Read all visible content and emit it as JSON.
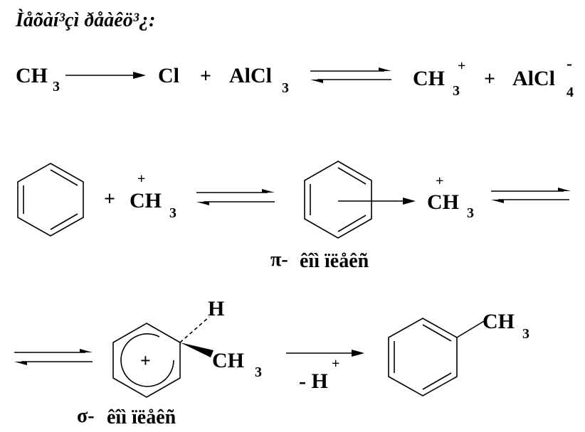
{
  "title": "Ìåõàí³çì ðåàêö³¿:",
  "reaction1": {
    "reactant_ch3": "CH",
    "reactant_ch3_sub": "3",
    "reactant_cl": "Cl",
    "plus": "+",
    "reagent": "AlCl",
    "reagent_sub": "3",
    "product_cation": "CH",
    "product_cation_sub": "3",
    "product_cation_charge": "+",
    "product_anion": "AlCl",
    "product_anion_sub": "4",
    "product_anion_charge": "-"
  },
  "reaction2": {
    "plus": "+",
    "methyl": "CH",
    "methyl_sub": "3",
    "methyl_charge": "+",
    "complex_methyl": "CH",
    "complex_methyl_sub": "3",
    "complex_methyl_charge": "+",
    "pi_symbol": "π-",
    "pi_label": "êîì ïëåêñ"
  },
  "reaction3": {
    "h_atom": "H",
    "ring_charge": "+",
    "sigma_methyl": "CH",
    "sigma_methyl_sub": "3",
    "elimination": "- H",
    "elimination_charge": "+",
    "product_methyl": "CH",
    "product_methyl_sub": "3",
    "sigma_symbol": "σ-",
    "sigma_label": "êîì ïëåêñ"
  }
}
